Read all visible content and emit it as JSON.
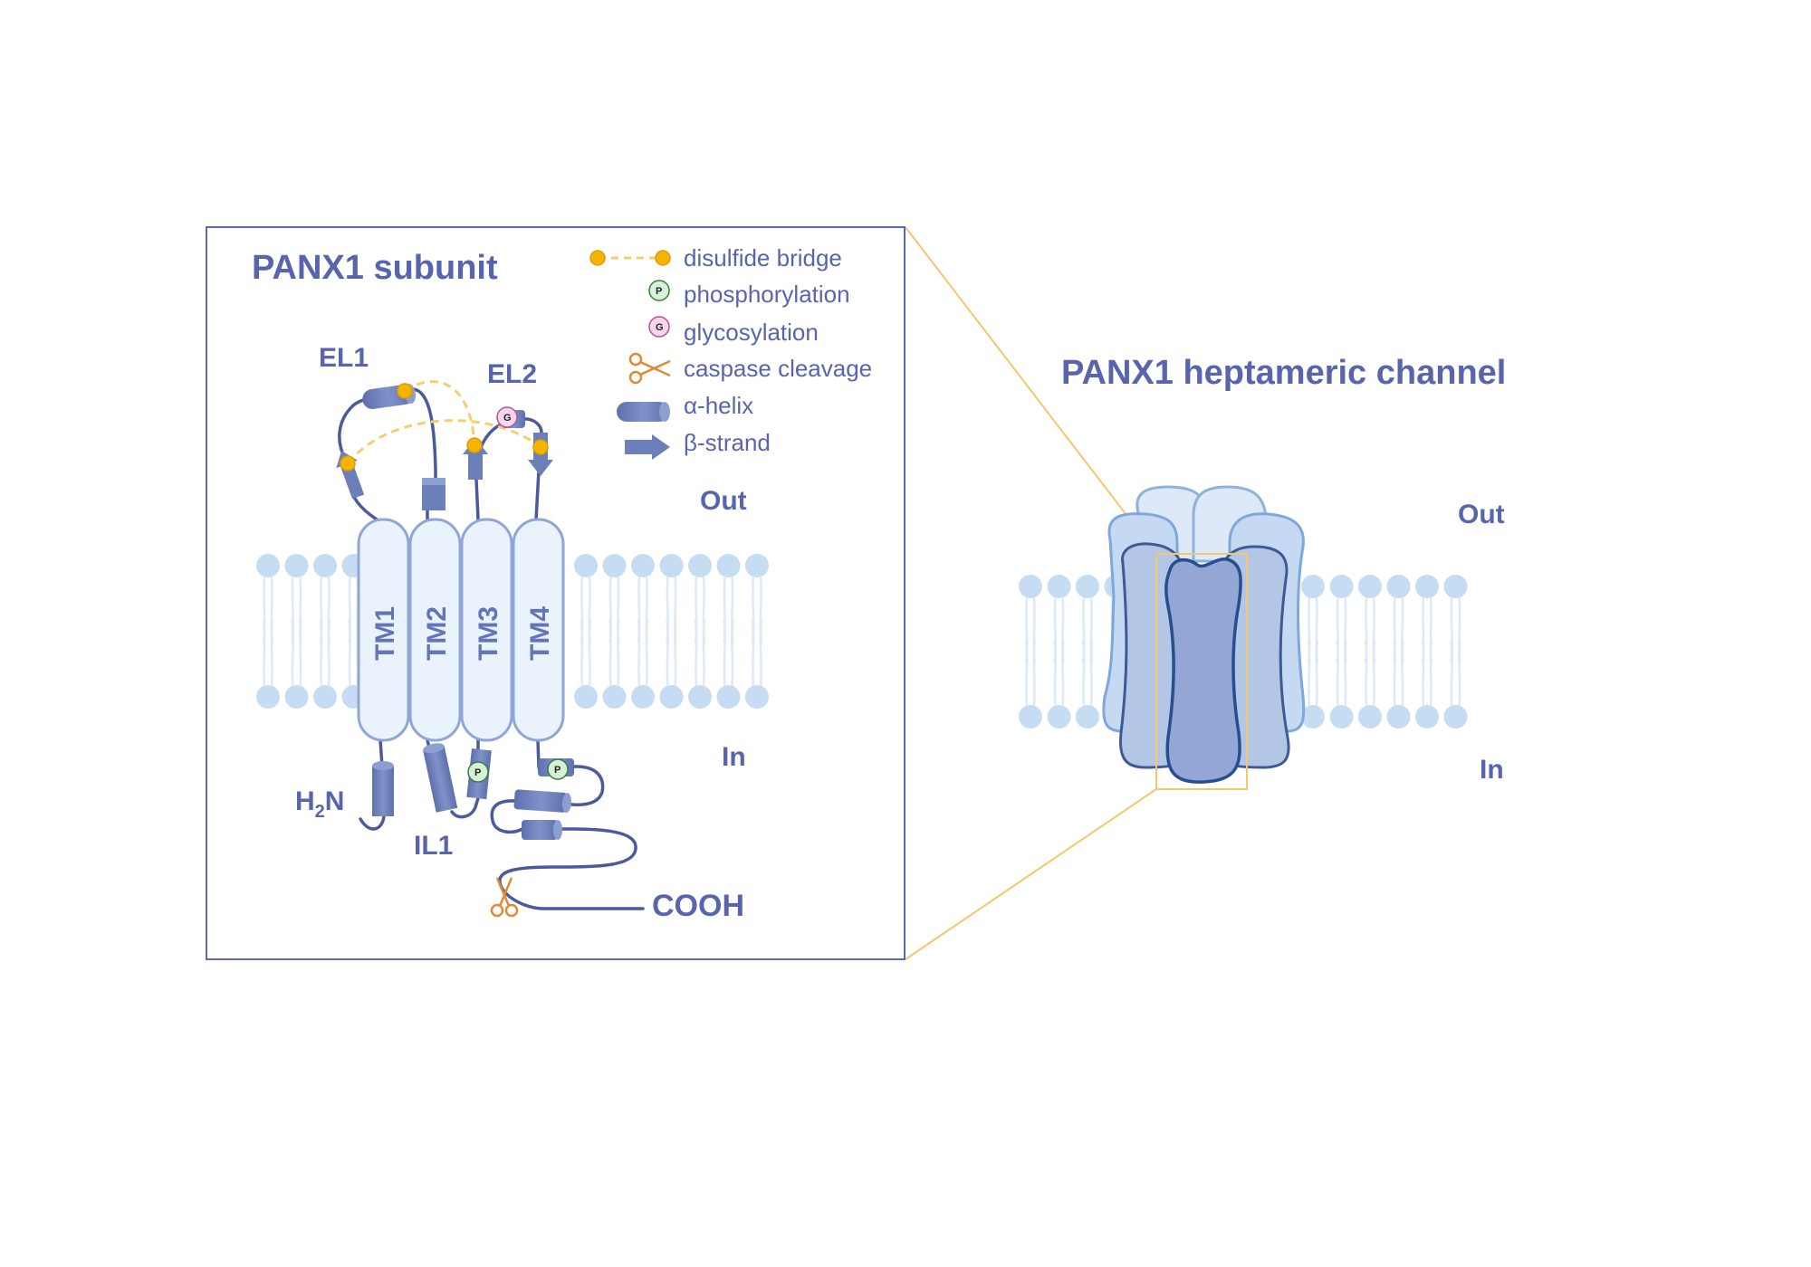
{
  "subunit_panel": {
    "title": "PANX1 subunit",
    "domains": {
      "el1": "EL1",
      "el2": "EL2",
      "il1": "IL1",
      "n_terminus": "H2N",
      "c_terminus": "COOH",
      "tm1": "TM1",
      "tm2": "TM2",
      "tm3": "TM3",
      "tm4": "TM4"
    },
    "side_out": "Out",
    "side_in": "In",
    "markers": {
      "phosphorylation": "P",
      "glycosylation": "G"
    }
  },
  "legend": {
    "disulfide": "disulfide bridge",
    "phosphorylation": "phosphorylation",
    "glycosylation": "glycosylation",
    "caspase": "caspase cleavage",
    "helix": "α-helix",
    "strand": "β-strand"
  },
  "channel_panel": {
    "title": "PANX1 heptameric channel",
    "side_out": "Out",
    "side_in": "In"
  },
  "colors": {
    "text": "#5865ac",
    "frame": "#5a68b8",
    "disulfide": "#f5b400",
    "zoom_lines": "#f2c86a",
    "phospho_fill": "#d6f2d6",
    "glyco_fill": "#f9d6ee",
    "scissors": "#e08a35",
    "membrane": "#c6dcf2"
  }
}
